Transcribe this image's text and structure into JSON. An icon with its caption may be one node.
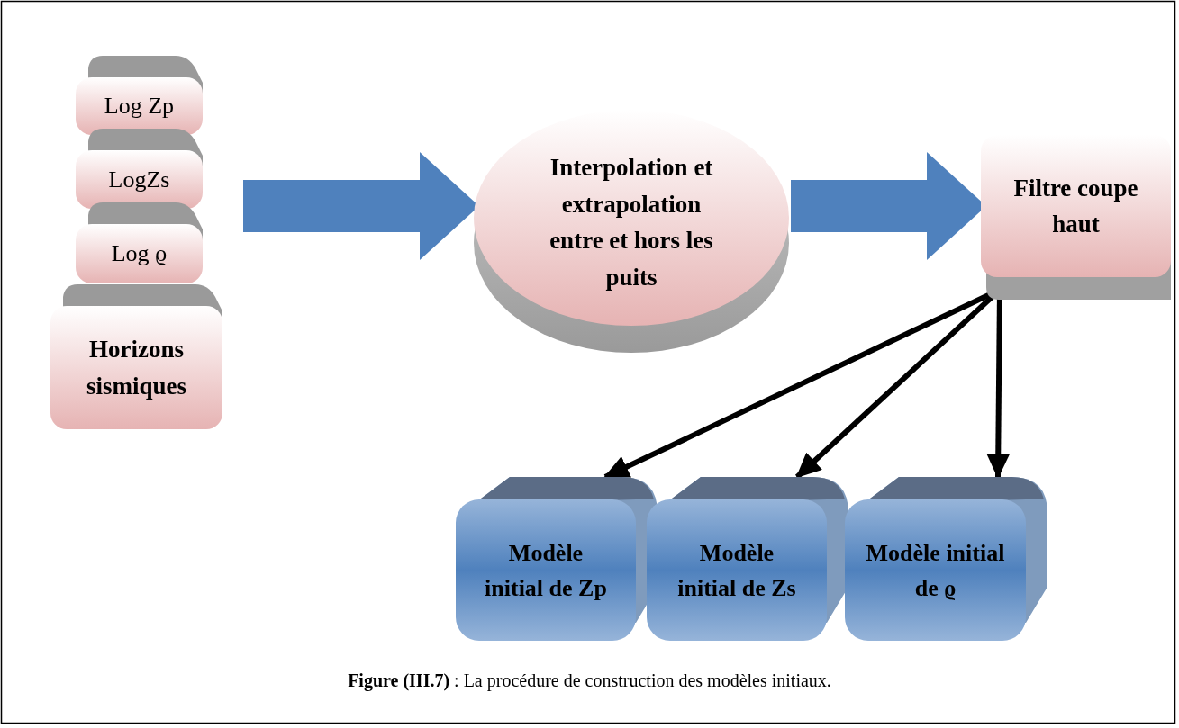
{
  "diagram": {
    "caption": "**Figure (III.7)** : La procédure de construction des modèles initiaux.",
    "nodes": [
      {
        "text": [
          "Log Zp"
        ]
      },
      {
        "text": [
          "LogZs"
        ]
      },
      {
        "text": [
          "Log ϱ"
        ]
      },
      {
        "text": [
          "Horizons sismiques"
        ]
      },
      {
        "text": [
          "Interpolation et extrapolation entre et hors les puits"
        ]
      },
      {
        "text": [
          "Filtre coupe haut"
        ]
      },
      {
        "text": [
          "Modèle initial de Zp"
        ]
      },
      {
        "text": [
          "Modèle initial de Zs"
        ]
      },
      {
        "text": [
          "Modèle initial de ϱ"
        ]
      }
    ],
    "edges": [
      {
        "from": null,
        "to": 4,
        "arrow": "to",
        "style": "thick",
        "color": "#4f81bd"
      },
      {
        "from": 4,
        "to": 5,
        "arrow": "to",
        "style": "thick",
        "color": "#4f81bd"
      },
      {
        "from": 5,
        "to": 6,
        "arrow": "to"
      },
      {
        "from": 5,
        "to": 7,
        "arrow": "to"
      },
      {
        "from": 5,
        "to": 8,
        "arrow": "to"
      }
    ]
  }
}
